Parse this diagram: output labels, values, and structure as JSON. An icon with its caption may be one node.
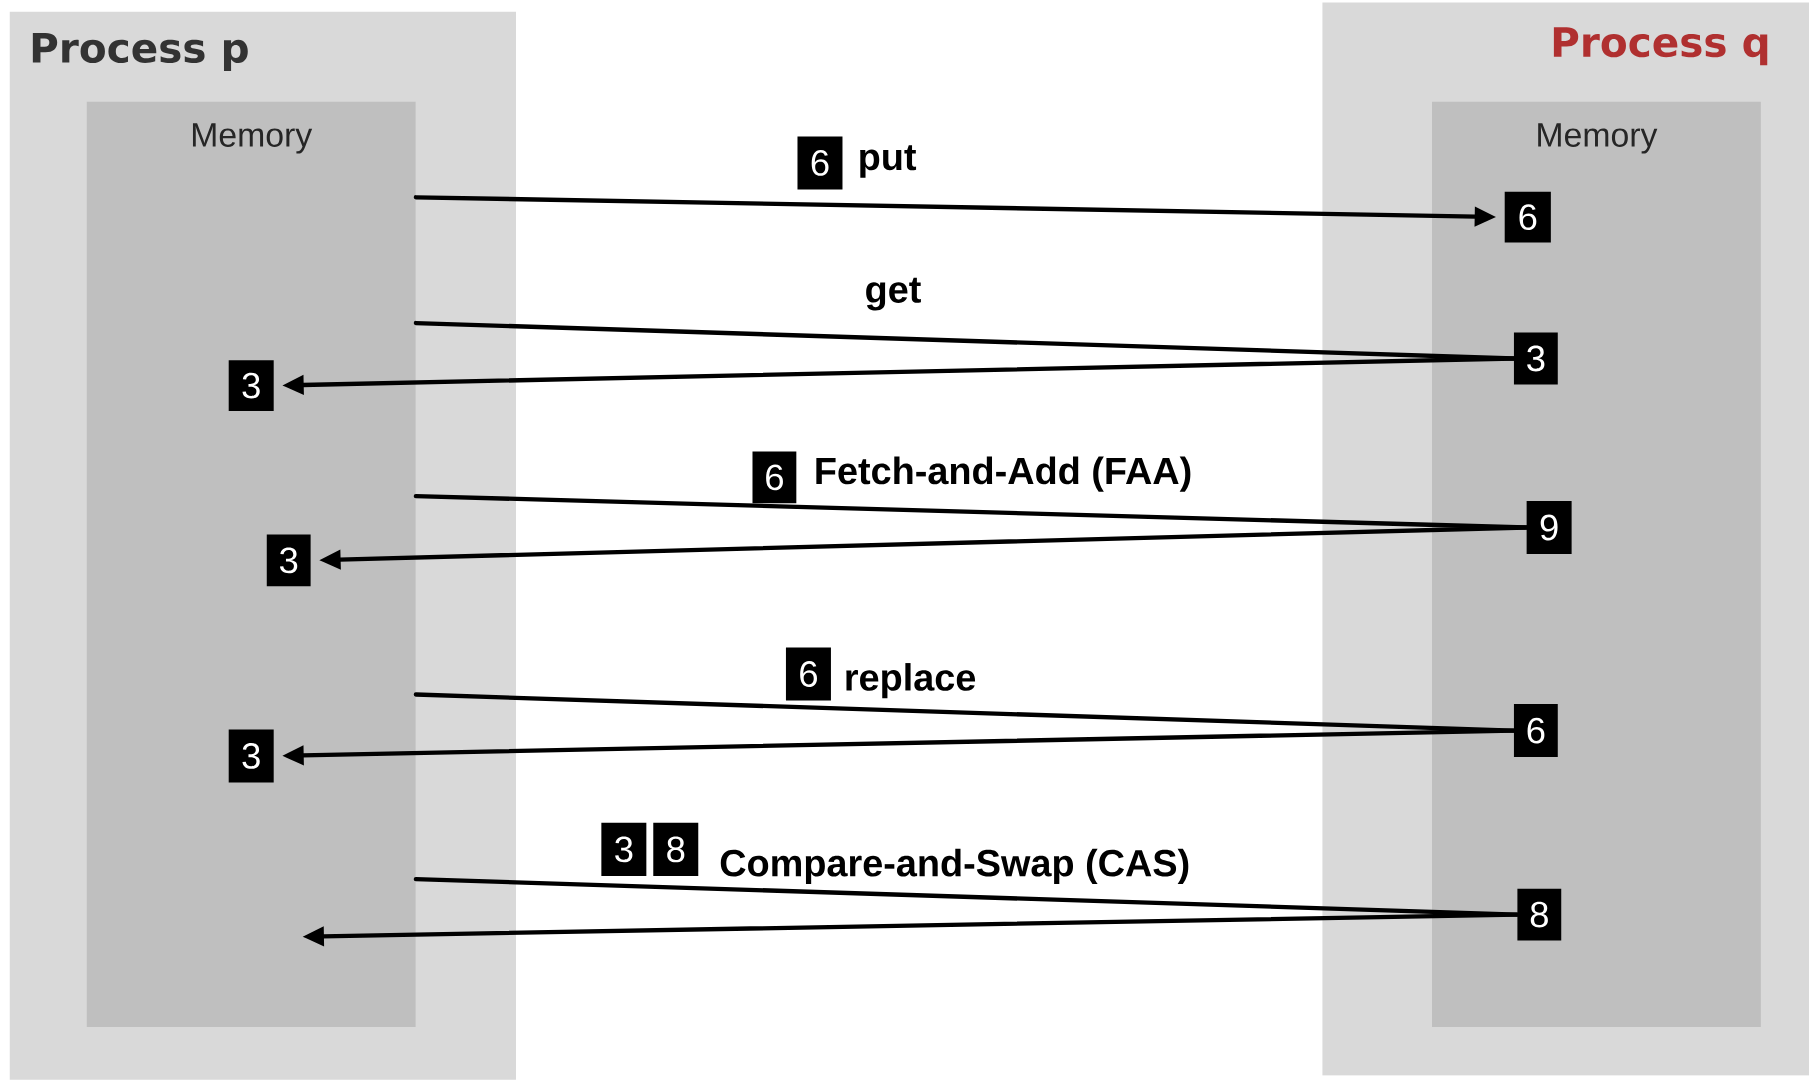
{
  "diagram": {
    "nodes": [
      {
        "text": [
          "Process p"
        ]
      },
      {
        "text": [
          "Memory"
        ],
        "in": 0
      },
      {
        "text": [
          "Process q"
        ]
      },
      {
        "text": [
          "Memory"
        ],
        "in": 2
      },
      {
        "text": [
          "6"
        ],
        "in": 3
      },
      {
        "text": [
          "3"
        ],
        "in": 3
      },
      {
        "text": [
          "3"
        ],
        "in": 1
      },
      {
        "text": [
          "9"
        ],
        "in": 3
      },
      {
        "text": [
          "3"
        ],
        "in": 1
      },
      {
        "text": [
          "6"
        ],
        "in": 3
      },
      {
        "text": [
          "3"
        ],
        "in": 1
      },
      {
        "text": [
          "8"
        ],
        "in": 3
      },
      {
        "text": [
          "6"
        ]
      },
      {
        "text": [
          "6"
        ]
      },
      {
        "text": [
          "6"
        ]
      },
      {
        "text": [
          "3"
        ]
      },
      {
        "text": [
          "8"
        ]
      }
    ],
    "edges": [
      {
        "from": 1,
        "to": 4,
        "arrow": "to",
        "label": "put"
      },
      {
        "from": 1,
        "to": 5,
        "arrow": "none",
        "label": "get"
      },
      {
        "from": 5,
        "to": 6,
        "arrow": "to"
      },
      {
        "from": 1,
        "to": 7,
        "arrow": "none",
        "label": "Fetch-and-Add (FAA)"
      },
      {
        "from": 7,
        "to": 8,
        "arrow": "to"
      },
      {
        "from": 1,
        "to": 9,
        "arrow": "none",
        "label": "replace"
      },
      {
        "from": 9,
        "to": 10,
        "arrow": "to"
      },
      {
        "from": 1,
        "to": 11,
        "arrow": "none",
        "label": "Compare-and-Swap (CAS)"
      },
      {
        "from": 11,
        "to": null,
        "arrow": "to"
      }
    ]
  }
}
